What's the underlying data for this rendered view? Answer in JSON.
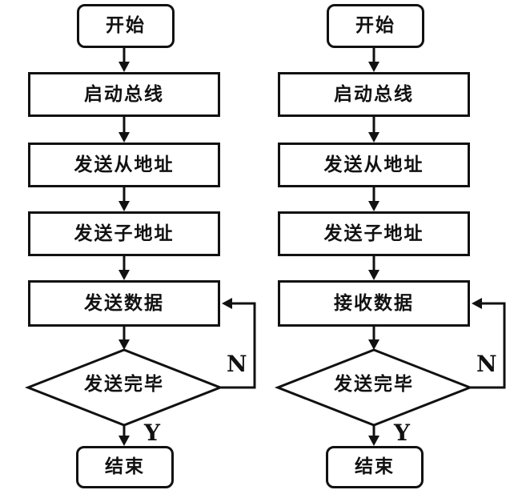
{
  "diagram": {
    "colors": {
      "background": "#ffffff",
      "ink": "#111111"
    },
    "flowcharts": [
      {
        "id": "transmit",
        "nodes": {
          "start": "开始",
          "step1": "启动总线",
          "step2": "发送从地址",
          "step3": "发送子地址",
          "step4": "发送数据",
          "decision": "发送完毕",
          "end": "结束"
        },
        "branch_labels": {
          "no": "N",
          "yes": "Y"
        }
      },
      {
        "id": "receive",
        "nodes": {
          "start": "开始",
          "step1": "启动总线",
          "step2": "发送从地址",
          "step3": "发送子地址",
          "step4": "接收数据",
          "decision": "发送完毕",
          "end": "结束"
        },
        "branch_labels": {
          "no": "N",
          "yes": "Y"
        }
      }
    ]
  }
}
